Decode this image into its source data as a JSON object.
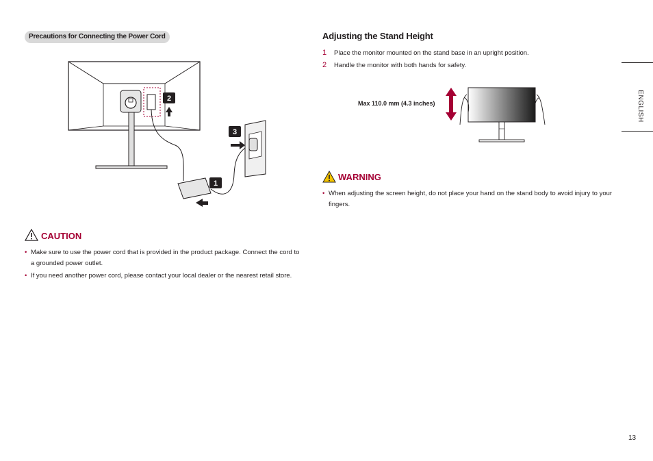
{
  "left": {
    "section_label": "Precautions for Connecting the Power Cord",
    "figure": {
      "callouts": [
        "2",
        "3",
        "1"
      ]
    },
    "caution": {
      "title": "CAUTION",
      "items": [
        "Make sure to use the power cord that is provided in the product package. Connect the cord to a grounded power outlet.",
        "If you need another power cord, please contact your local dealer or the nearest retail store."
      ]
    }
  },
  "right": {
    "heading": "Adjusting the Stand Height",
    "steps": [
      {
        "num": "1",
        "text": "Place the monitor mounted on the stand base in an upright position."
      },
      {
        "num": "2",
        "text": "Handle the monitor with both hands for safety."
      }
    ],
    "figure": {
      "max_label": "Max 110.0 mm (4.3 inches)"
    },
    "warning": {
      "title": "WARNING",
      "items": [
        "When adjusting the screen height, do not place your hand on the stand body to avoid injury to your fingers."
      ]
    }
  },
  "side_tab": {
    "label": "ENGLISH"
  },
  "page_number": "13",
  "colors": {
    "accent": "#a50034",
    "text": "#231f20",
    "pill_bg": "#d9d9d9",
    "warning_yellow": "#f5c400"
  }
}
